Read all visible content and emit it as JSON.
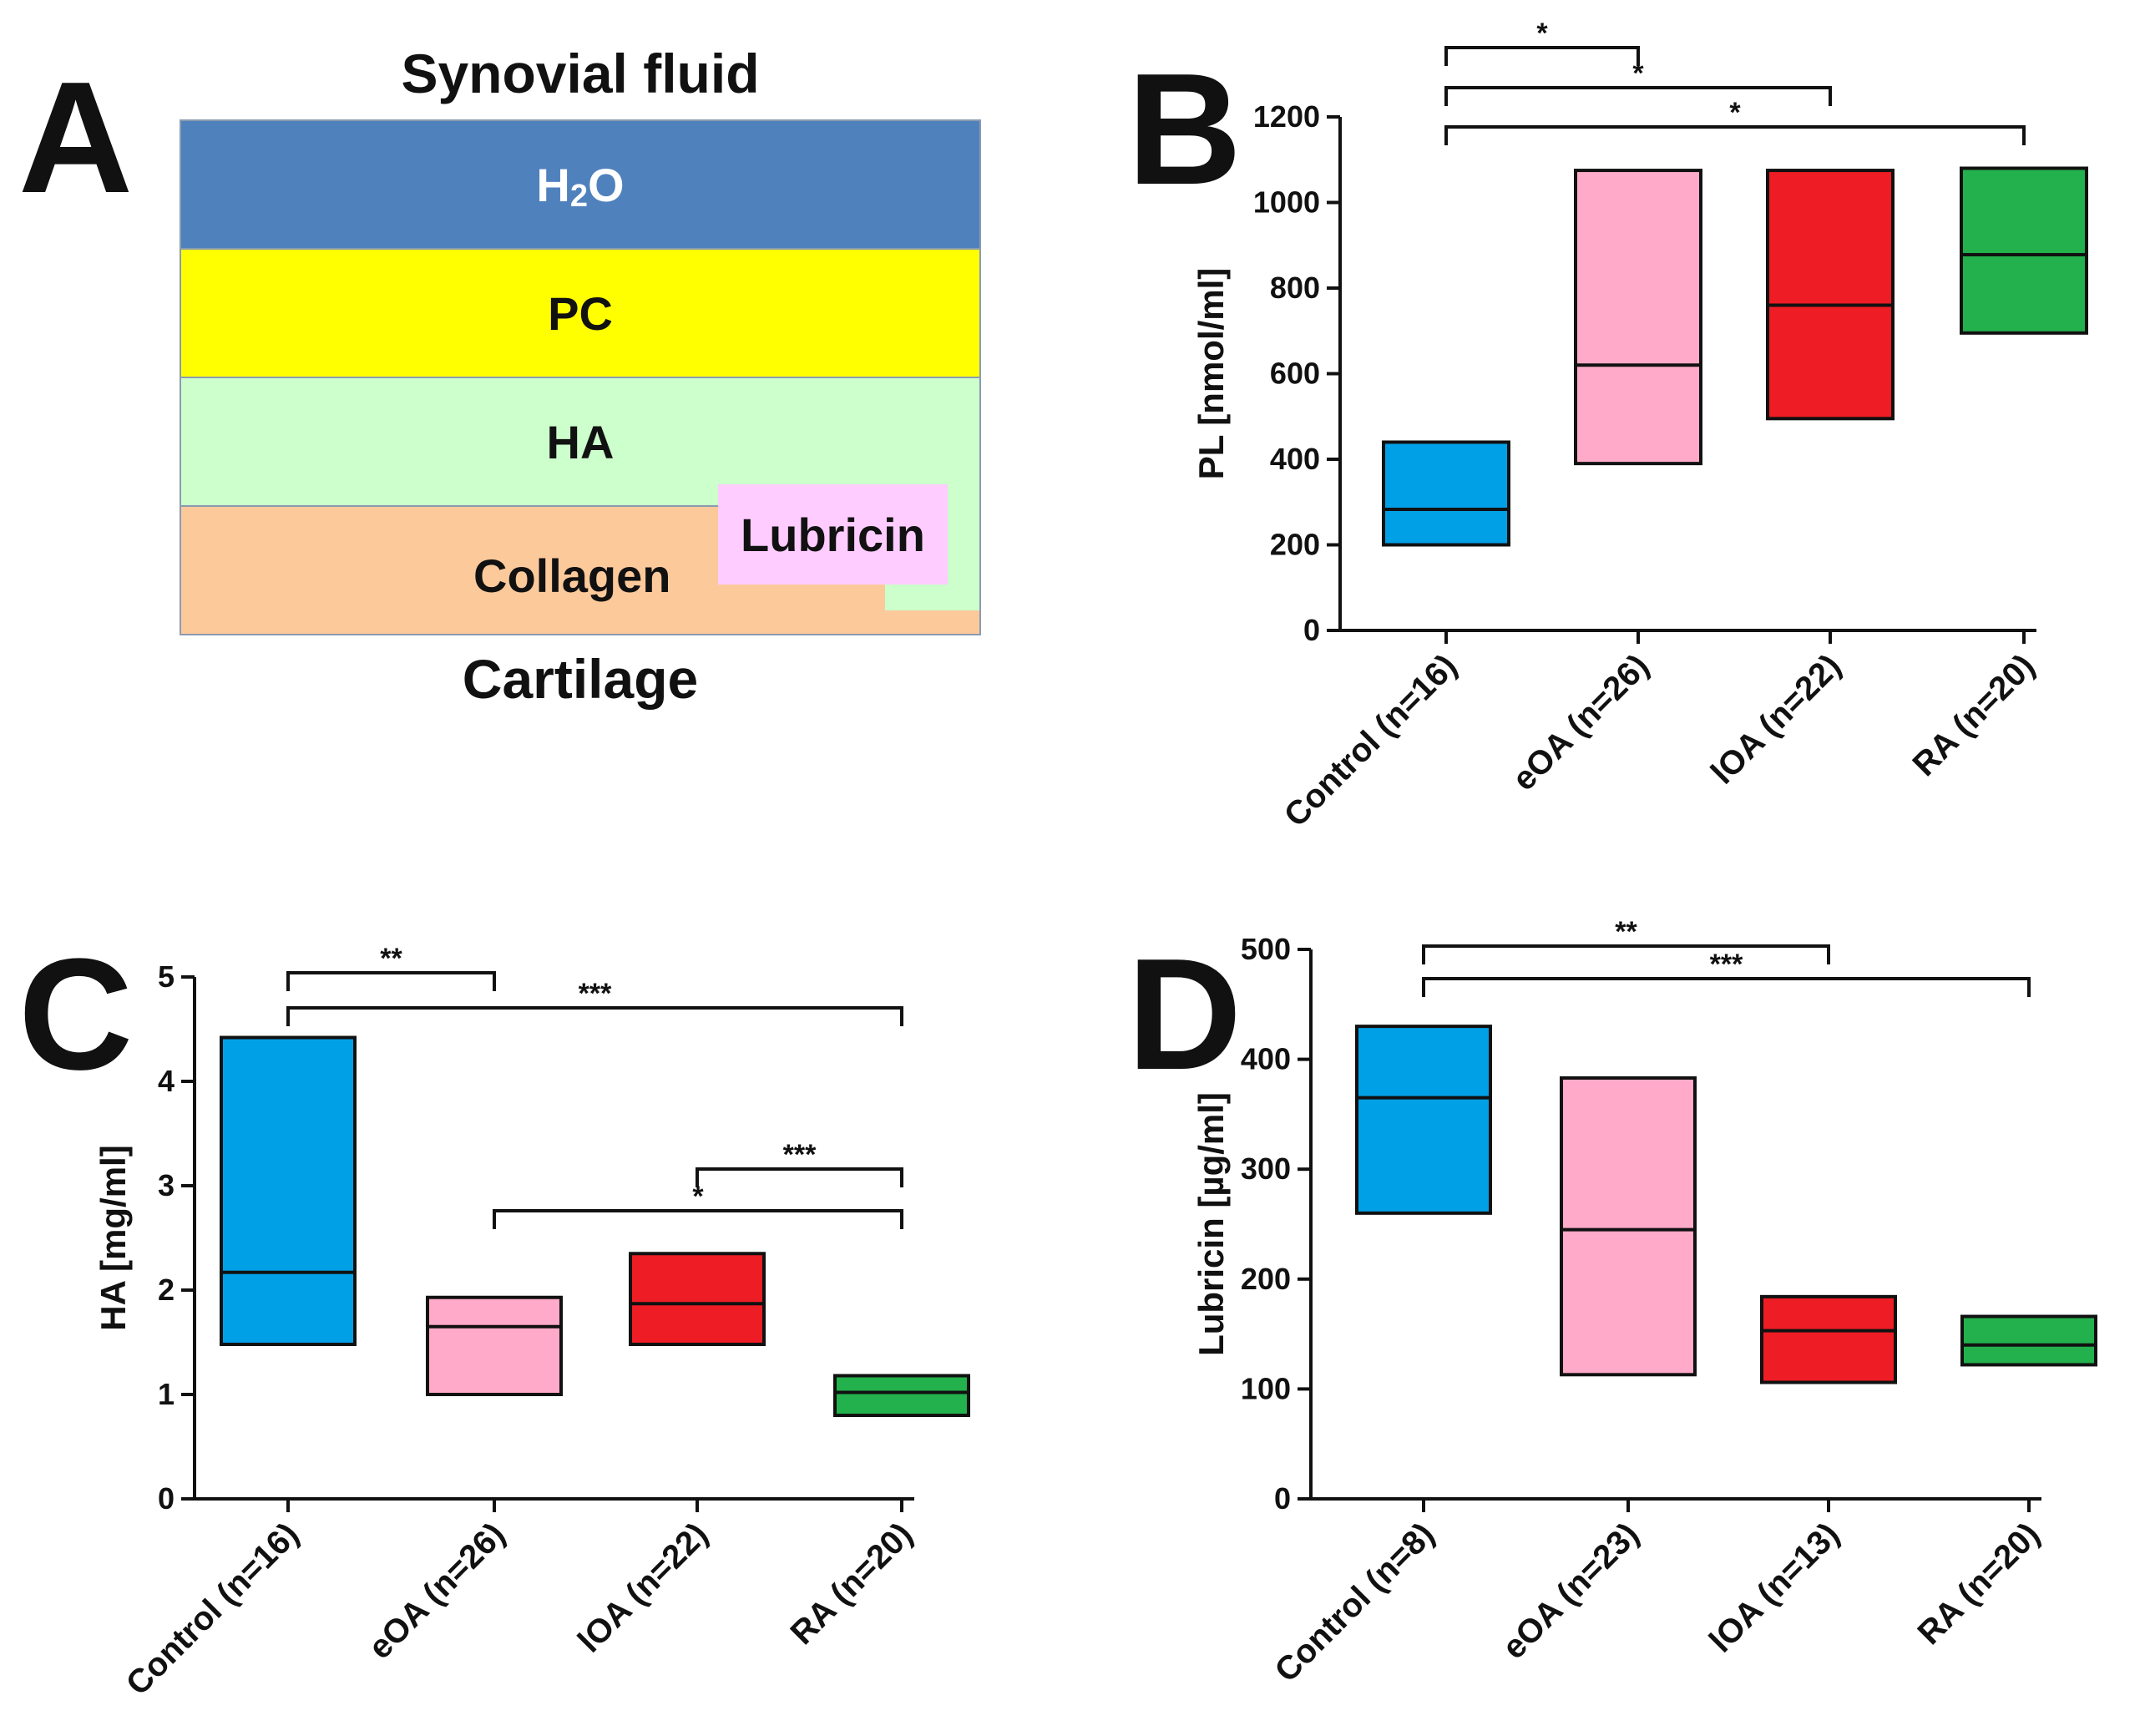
{
  "panel_letters": {
    "a": "A",
    "b": "B",
    "c": "C",
    "d": "D"
  },
  "schematic": {
    "top_label": "Synovial fluid",
    "bottom_label": "Cartilage",
    "layers": {
      "h2o_main": "H",
      "h2o_sub": "2",
      "h2o_tail": "O",
      "pc": "PC",
      "ha": "HA",
      "collagen": "Collagen",
      "lubricin": "Lubricin"
    },
    "colors": {
      "h2o": "#4f81bd",
      "pc": "#ffff00",
      "ha": "#ccffcc",
      "collagen": "#fcc99b",
      "lubricin": "#ffccff"
    }
  },
  "chart_data": [
    {
      "panel": "B",
      "type": "box",
      "ylabel": "PL [nmol/ml]",
      "ylim": [
        0,
        1200
      ],
      "yticks": [
        0,
        200,
        400,
        600,
        800,
        1000,
        1200
      ],
      "categories": [
        "Control (n=16)",
        "eOA (n=26)",
        "lOA (n=22)",
        "RA (n=20)"
      ],
      "boxes": [
        {
          "low": 200,
          "median": 283,
          "high": 440,
          "color": "#00a0e6"
        },
        {
          "low": 390,
          "median": 620,
          "high": 1075,
          "color": "#ffaac8"
        },
        {
          "low": 495,
          "median": 760,
          "high": 1075,
          "color": "#ee1c24"
        },
        {
          "low": 695,
          "median": 878,
          "high": 1080,
          "color": "#22b14c"
        }
      ],
      "significance": [
        {
          "from": 0,
          "to": 1,
          "label": "*"
        },
        {
          "from": 0,
          "to": 2,
          "label": "*"
        },
        {
          "from": 0,
          "to": 3,
          "label": "*"
        }
      ]
    },
    {
      "panel": "C",
      "type": "box",
      "ylabel": "HA [mg/ml]",
      "ylim": [
        0,
        5
      ],
      "yticks": [
        0,
        1,
        2,
        3,
        4,
        5
      ],
      "categories": [
        "Control (n=16)",
        "eOA (n=26)",
        "lOA (n=22)",
        "RA (n=20)"
      ],
      "boxes": [
        {
          "low": 1.48,
          "median": 2.17,
          "high": 4.42,
          "color": "#00a0e6"
        },
        {
          "low": 1.0,
          "median": 1.65,
          "high": 1.93,
          "color": "#ffaac8"
        },
        {
          "low": 1.48,
          "median": 1.87,
          "high": 2.35,
          "color": "#ee1c24"
        },
        {
          "low": 0.8,
          "median": 1.02,
          "high": 1.18,
          "color": "#22b14c"
        }
      ],
      "significance": [
        {
          "from": 0,
          "to": 1,
          "label": "**"
        },
        {
          "from": 0,
          "to": 3,
          "label": "***"
        },
        {
          "from": 2,
          "to": 3,
          "label": "***"
        },
        {
          "from": 1,
          "to": 3,
          "label": "*"
        }
      ]
    },
    {
      "panel": "D",
      "type": "box",
      "ylabel": "Lubricin [µg/ml]",
      "ylim": [
        0,
        500
      ],
      "yticks": [
        0,
        100,
        200,
        300,
        400,
        500
      ],
      "categories": [
        "Control (n=8)",
        "eOA (n=23)",
        "lOA (n=13)",
        "RA (n=20)"
      ],
      "boxes": [
        {
          "low": 260,
          "median": 365,
          "high": 430,
          "color": "#00a0e6"
        },
        {
          "low": 113,
          "median": 245,
          "high": 383,
          "color": "#ffaac8"
        },
        {
          "low": 106,
          "median": 153,
          "high": 184,
          "color": "#ee1c24"
        },
        {
          "low": 122,
          "median": 140,
          "high": 166,
          "color": "#22b14c"
        }
      ],
      "significance": [
        {
          "from": 0,
          "to": 2,
          "label": "**"
        },
        {
          "from": 0,
          "to": 3,
          "label": "***"
        }
      ]
    }
  ]
}
